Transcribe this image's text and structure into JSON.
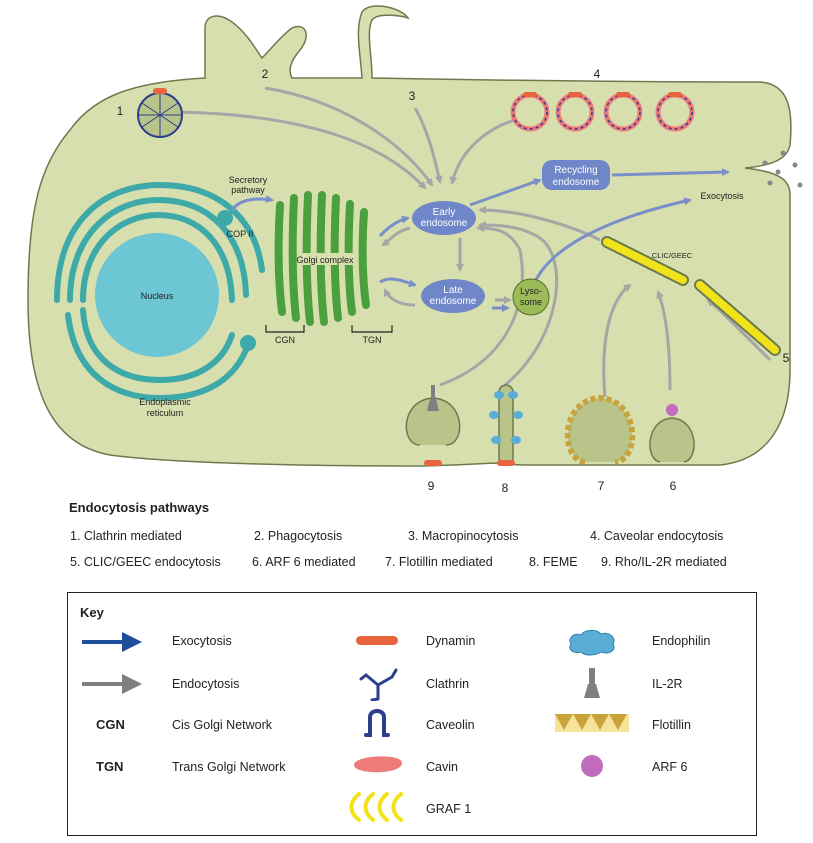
{
  "diagram": {
    "pathway_numbers": [
      "1",
      "2",
      "3",
      "4",
      "5",
      "6",
      "7",
      "8",
      "9"
    ],
    "labels": {
      "nucleus": "Nucleus",
      "er_line1": "Endoplasmic",
      "er_line2": "reticulum",
      "secretory_line1": "Secretory",
      "secretory_line2": "pathway",
      "cop": "COP II",
      "golgi": "Golgi complex",
      "cgn": "CGN",
      "tgn": "TGN",
      "early_line1": "Early",
      "early_line2": "endosome",
      "late_line1": "Late",
      "late_line2": "endosome",
      "recycling_line1": "Recycling",
      "recycling_line2": "endosome",
      "lysosome_line1": "Lyso-",
      "lysosome_line2": "some",
      "exocytosis": "Exocytosis",
      "clic": "CLIC/GEEC"
    },
    "colors": {
      "cytoplasm": "#d8dfae",
      "membrane": "#6b7a4f",
      "endosome": "#6f86c8",
      "lysosome": "#9bbb59",
      "golgi": "#4aa03c",
      "er": "#3da9a9",
      "nucleus": "#6cc6d3",
      "endocytosis_arrow": "#a6a6a6",
      "exocytosis_arrow": "#7a8fc8"
    }
  },
  "pathways": {
    "title": "Endocytosis pathways",
    "items": [
      "1. Clathrin mediated",
      "2. Phagocytosis",
      "3. Macropinocytosis",
      "4. Caveolar endocytosis",
      "5. CLIC/GEEC endocytosis",
      "6. ARF 6 mediated",
      "7. Flotillin mediated",
      "8. FEME",
      "9. Rho/IL-2R mediated"
    ]
  },
  "key": {
    "title": "Key",
    "items": [
      {
        "label": "Exocytosis",
        "icon": "blue-arrow-icon"
      },
      {
        "label": "Endocytosis",
        "icon": "gray-arrow-icon"
      },
      {
        "abbr": "CGN",
        "label": "Cis Golgi Network"
      },
      {
        "abbr": "TGN",
        "label": "Trans Golgi Network"
      },
      {
        "label": "Dynamin",
        "icon": "dynamin-icon"
      },
      {
        "label": "Clathrin",
        "icon": "clathrin-icon"
      },
      {
        "label": "Caveolin",
        "icon": "caveolin-icon"
      },
      {
        "label": "Cavin",
        "icon": "cavin-icon"
      },
      {
        "label": "GRAF 1",
        "icon": "graf1-icon"
      },
      {
        "label": "Endophilin",
        "icon": "endophilin-icon"
      },
      {
        "label": "IL-2R",
        "icon": "il2r-icon"
      },
      {
        "label": "Flotillin",
        "icon": "flotillin-icon"
      },
      {
        "label": "ARF 6",
        "icon": "arf6-icon"
      }
    ],
    "colors": {
      "exocytosis": "#1f4e9c",
      "endocytosis": "#7f7f7f",
      "dynamin": "#e8643c",
      "clathrin": "#2c3e8c",
      "caveolin": "#2c3e8c",
      "cavin": "#ee7a7a",
      "graf1": "#f2e21a",
      "endophilin": "#5aaed6",
      "il2r": "#7f7f7f",
      "flotillin": "#c9a43c",
      "arf6": "#c06bbd"
    }
  }
}
